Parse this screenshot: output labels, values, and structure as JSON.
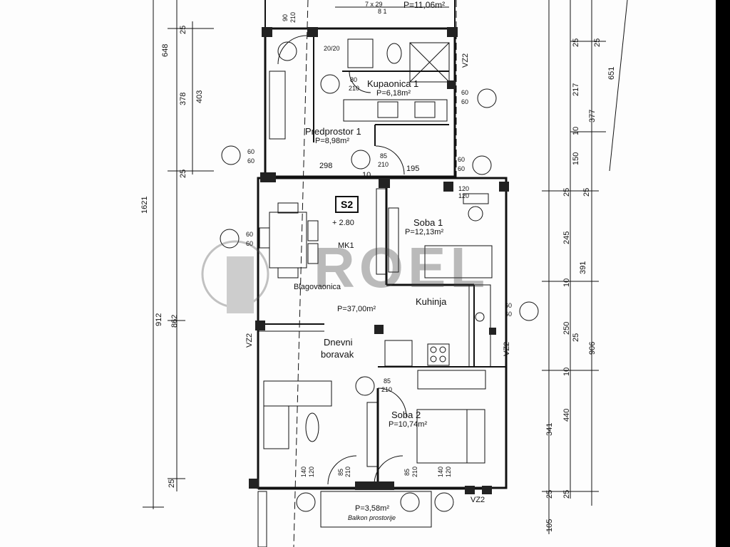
{
  "watermark": "ROEL",
  "unit_tag": "S2",
  "level": "+ 2.80",
  "mk": "MK1",
  "rooms": {
    "top_area": "P=11,06m²",
    "bath_name": "Kupaonica 1",
    "bath_area": "P=6,18m²",
    "hall_name": "Predprostor 1",
    "hall_area": "P=8,98m²",
    "room1_name": "Soba 1",
    "room1_area": "P=12,13m²",
    "dining_name": "Blagovaonica",
    "living_area": "P=37,00m²",
    "kitchen_name": "Kuhinja",
    "living_name_1": "Dnevni",
    "living_name_2": "boravak",
    "room2_name": "Soba 2",
    "room2_area": "P=10,74m²",
    "balcony_area": "P=3,58m²",
    "balcony_name": "Balkon prostorije"
  },
  "doors": {
    "d1": "90",
    "d1b": "210",
    "d2": "80",
    "d2b": "210",
    "d3": "85",
    "d3b": "210",
    "d4": "85",
    "d4b": "210",
    "d5": "85",
    "d5b": "210",
    "d6": "85",
    "d6b": "210",
    "w1": "140",
    "w1b": "120",
    "w2": "140",
    "w2b": "120",
    "wc": "20/20",
    "w60a": "60",
    "w60b": "60",
    "w60c": "60",
    "w60d": "60",
    "w60e": "60",
    "w60f": "60",
    "w60g": "60",
    "w60h": "60",
    "w60i": "60",
    "w60j": "60",
    "w120a": "120",
    "w120b": "120"
  },
  "dims": {
    "d298": "298",
    "d10": "10",
    "d195": "195",
    "stair": "7 x 29",
    "stair2": "8 1",
    "vz": "VZ2"
  },
  "left_dims": [
    "1621",
    "648",
    "25",
    "378",
    "403",
    "25",
    "912",
    "862",
    "25"
  ],
  "right_dims": [
    "651",
    "25",
    "25",
    "217",
    "377",
    "10",
    "150",
    "25",
    "25",
    "245",
    "391",
    "10",
    "250",
    "25",
    "906",
    "10",
    "440",
    "341",
    "25",
    "25",
    "105"
  ]
}
